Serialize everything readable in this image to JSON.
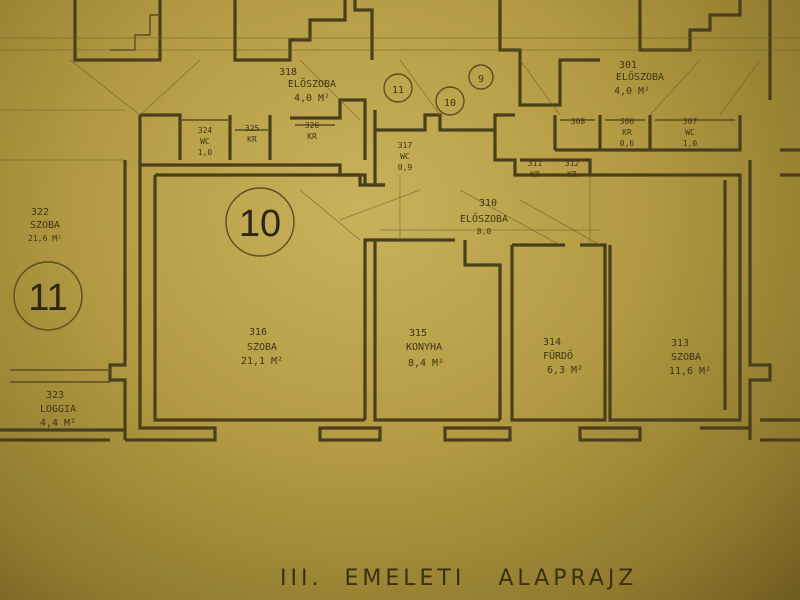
{
  "title": {
    "part1": "III.",
    "part2": "EMELETI",
    "part3": "ALAPRAJZ"
  },
  "unit_markers": [
    {
      "id": "10",
      "label": "10"
    },
    {
      "id": "11",
      "label": "11"
    }
  ],
  "small_markers": [
    {
      "label": "11"
    },
    {
      "label": "10"
    },
    {
      "label": "9"
    }
  ],
  "rooms": [
    {
      "num": "318",
      "name": "ELŐSZOBA",
      "area": "4,0 M²"
    },
    {
      "num": "301",
      "name": "ELŐSZOBA",
      "area": "4,0 M²"
    },
    {
      "num": "324",
      "name": "WC",
      "area": "1,0"
    },
    {
      "num": "325",
      "name": "KR",
      "area": ""
    },
    {
      "num": "326",
      "name": "KR",
      "area": ""
    },
    {
      "num": "317",
      "name": "WC",
      "area": "0,9"
    },
    {
      "num": "308",
      "name": "",
      "area": ""
    },
    {
      "num": "306",
      "name": "KR",
      "area": "0,6"
    },
    {
      "num": "307",
      "name": "WC",
      "area": "1,0"
    },
    {
      "num": "311",
      "name": "KR",
      "area": ""
    },
    {
      "num": "312",
      "name": "KR",
      "area": ""
    },
    {
      "num": "310",
      "name": "ELŐSZOBA",
      "area": "8,0"
    },
    {
      "num": "322",
      "name": "SZOBA",
      "area": "21,6 M²"
    },
    {
      "num": "316",
      "name": "SZOBA",
      "area": "21,1 M²"
    },
    {
      "num": "315",
      "name": "KONYHA",
      "area": "8,4 M²"
    },
    {
      "num": "314",
      "name": "FÜRDŐ",
      "area": "6,3 M²"
    },
    {
      "num": "313",
      "name": "SZOBA",
      "area": "11,6 M²"
    },
    {
      "num": "323",
      "name": "LOGGIA",
      "area": "4,4 M²"
    }
  ],
  "colors": {
    "paper": "#b39a42",
    "ink": "#3e3414"
  }
}
